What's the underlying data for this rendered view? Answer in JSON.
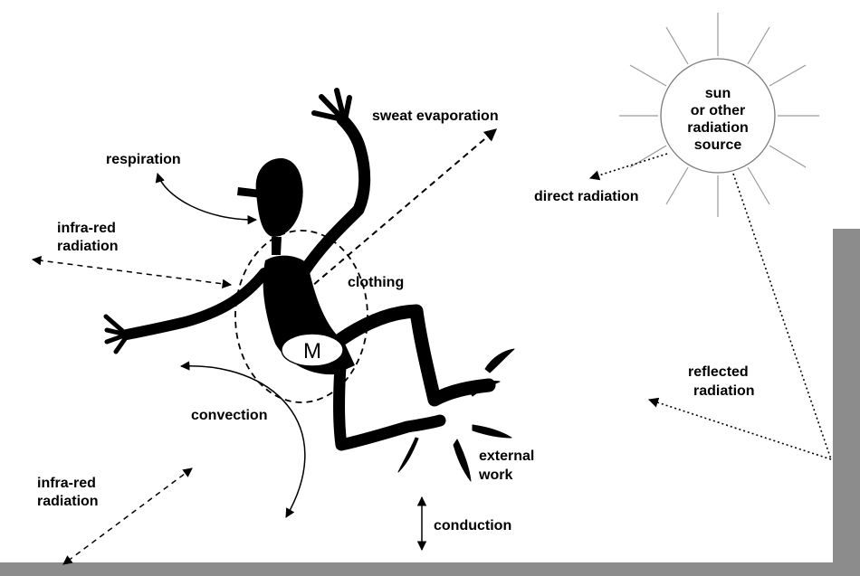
{
  "diagram": {
    "labels": {
      "sun_line1": "sun",
      "sun_line2": "or other",
      "sun_line3": "radiation",
      "sun_line4": "source",
      "direct_radiation": "direct radiation",
      "sweat_evaporation": "sweat evaporation",
      "respiration": "respiration",
      "infra_red_top_1": "infra-red",
      "infra_red_top_2": "radiation",
      "clothing": "clothing",
      "metabolism": "M",
      "convection": "convection",
      "reflected_1": "reflected",
      "reflected_2": "radiation",
      "infra_red_bottom_1": "infra-red",
      "infra_red_bottom_2": "radiation",
      "external_work_1": "external",
      "external_work_2": "work",
      "conduction": "conduction"
    },
    "colors": {
      "figure": "#000000",
      "wall": "#8c8c8c",
      "sun_outline": "#7a7a7a",
      "background": "#ffffff"
    }
  }
}
